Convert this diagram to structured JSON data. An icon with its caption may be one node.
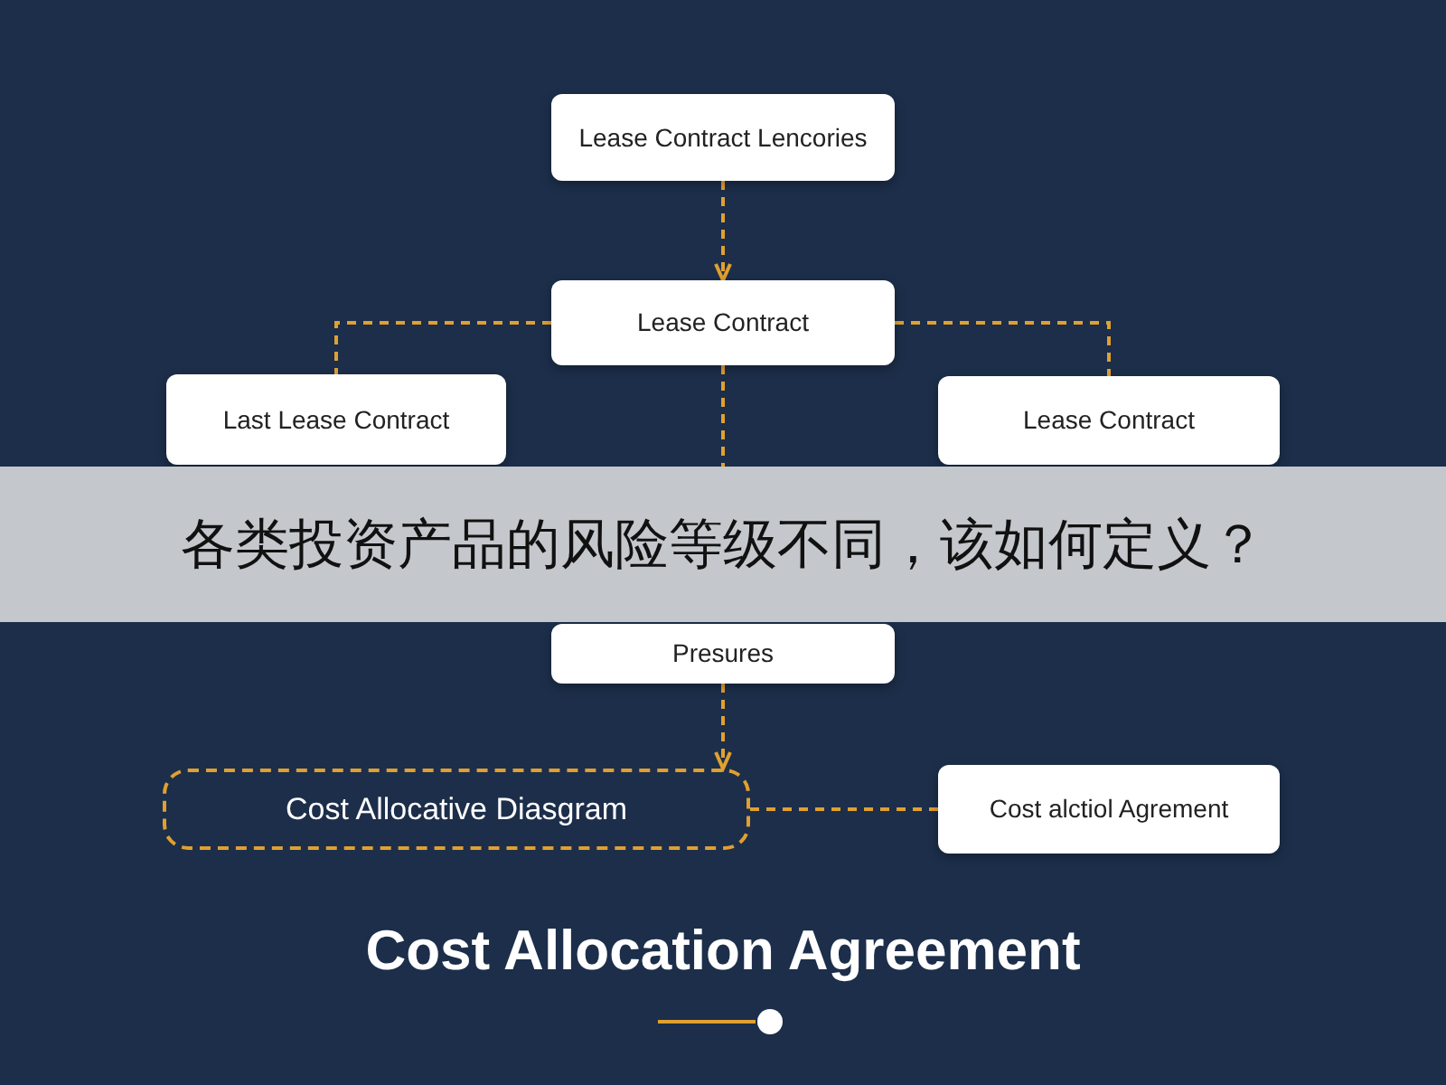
{
  "diagram": {
    "title": "Cost Allocation Agreement",
    "nodes": [
      {
        "text": [
          "Lease Contract Lencories"
        ]
      },
      {
        "text": [
          "Lease Contract"
        ]
      },
      {
        "text": [
          "Last Lease Contract"
        ]
      },
      {
        "text": [
          "Lease Contract"
        ]
      },
      {
        "text": [
          "Presures"
        ]
      },
      {
        "text": [
          "Cost Allocative Diasgram"
        ]
      },
      {
        "text": [
          "Cost alctiol Agrement"
        ]
      }
    ],
    "edges": [
      {
        "from": 0,
        "to": 1,
        "arrow": "to",
        "style": "dashed"
      },
      {
        "from": 1,
        "to": 2,
        "arrow": "none",
        "style": "dashed"
      },
      {
        "from": 1,
        "to": 3,
        "arrow": "none",
        "style": "dashed"
      },
      {
        "from": 1,
        "to": 4,
        "arrow": "none",
        "style": "dashed"
      },
      {
        "from": 4,
        "to": 5,
        "arrow": "to",
        "style": "dashed"
      },
      {
        "from": 5,
        "to": 6,
        "arrow": "none",
        "style": "dashed"
      }
    ],
    "labels": [
      "各类投资产品的风险等级不同，该如何定义？"
    ]
  }
}
